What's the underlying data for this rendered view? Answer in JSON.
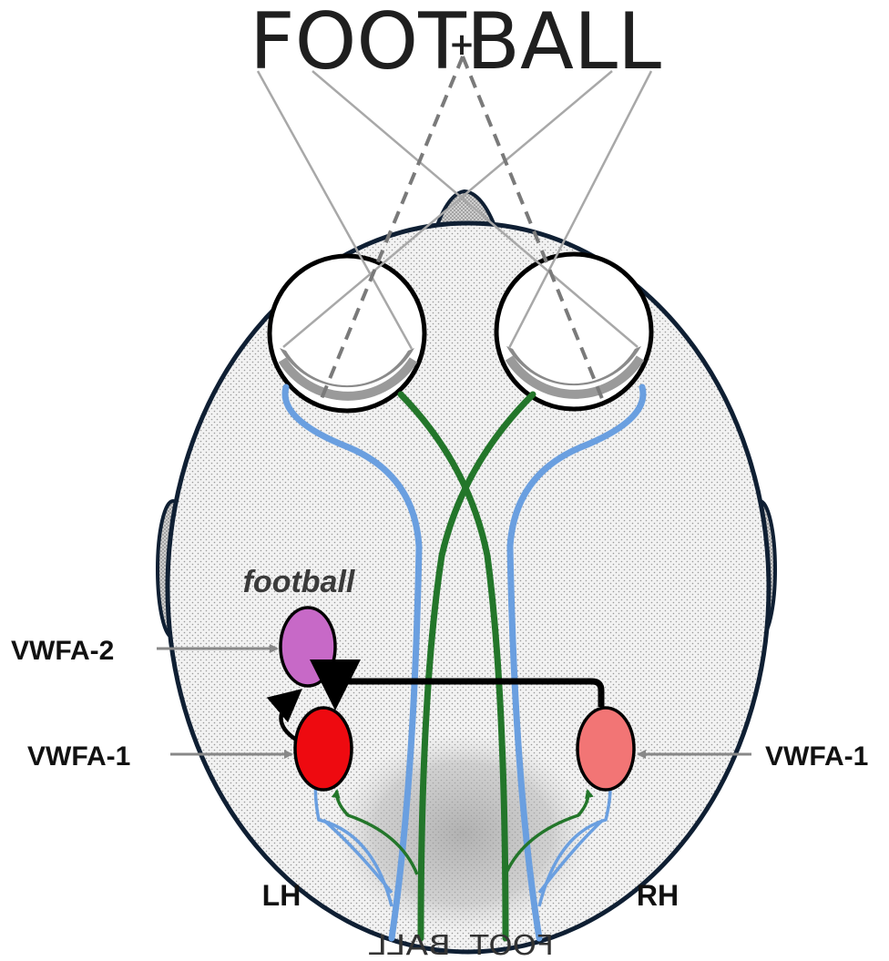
{
  "title": {
    "word": "FOOTBALL",
    "fixation": "+"
  },
  "labels": {
    "word_italic": "football",
    "vwfa2_left": "VWFA-2",
    "vwfa1_left": "VWFA-1",
    "vwfa1_right": "VWFA-1",
    "left_hemisphere": "LH",
    "right_hemisphere": "RH",
    "mirrored_left": "BALL",
    "mirrored_right": "FOOT"
  },
  "colors": {
    "head_outline": "#0f1f33",
    "head_fill": "#ececec",
    "blue_tract": "#6a9fe0",
    "green_tract": "#23762a",
    "vwfa2": "#c769c7",
    "vwfa1_left": "#ee0a10",
    "vwfa1_right": "#f27575",
    "arrow_gray": "#888888"
  }
}
